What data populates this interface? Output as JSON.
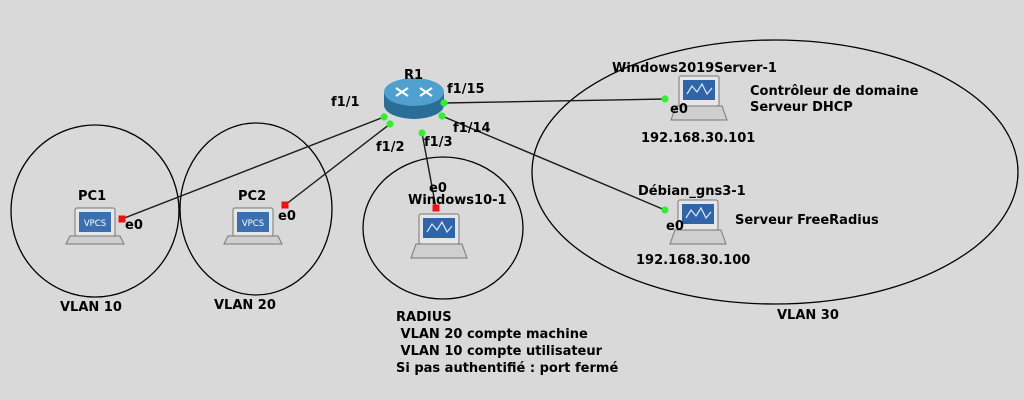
{
  "vlans": {
    "vlan10": "VLAN 10",
    "vlan20": "VLAN 20",
    "vlan30": "VLAN 30"
  },
  "router": {
    "name": "R1",
    "ports": {
      "f1_1": "f1/1",
      "f1_2": "f1/2",
      "f1_3": "f1/3",
      "f1_14": "f1/14",
      "f1_15": "f1/15"
    }
  },
  "pc1": {
    "name": "PC1",
    "port": "e0",
    "badge": "VPCS"
  },
  "pc2": {
    "name": "PC2",
    "port": "e0",
    "badge": "VPCS"
  },
  "win10": {
    "name": "Windows10-1",
    "port": "e0"
  },
  "server2019": {
    "name": "Windows2019Server-1",
    "port": "e0",
    "ip": "192.168.30.101",
    "role_line1": "Contrôleur de domaine",
    "role_line2": "Serveur DHCP"
  },
  "debian": {
    "name": "Débian_gns3-1",
    "port": "e0",
    "ip": "192.168.30.100",
    "role": "Serveur FreeRadius"
  },
  "radius_note": {
    "title": "RADIUS",
    "line1": " VLAN 20 compte machine",
    "line2": " VLAN 10 compte utilisateur",
    "line3": "Si pas authentifié : port fermé"
  },
  "colors": {
    "background": "#d9d9d9",
    "link": "#1a1a1a",
    "port_up": "#33ee33",
    "port_down": "#ee1111",
    "monitor_blue": "#2f64a8",
    "router_blue": "#3a87b5"
  }
}
